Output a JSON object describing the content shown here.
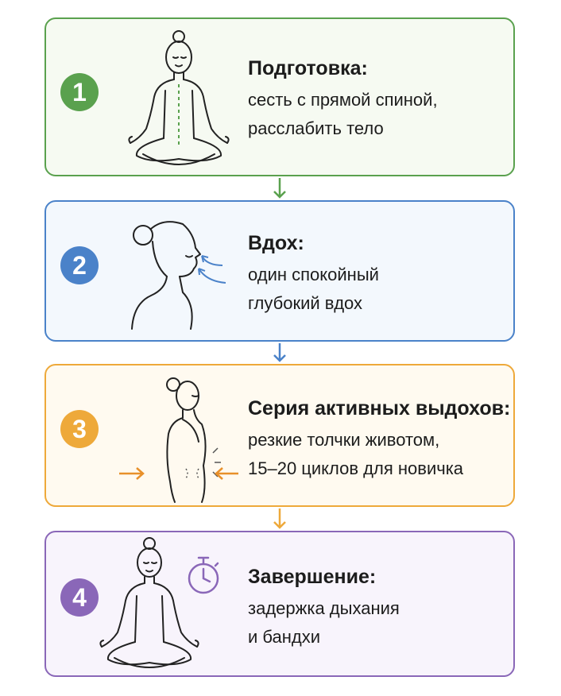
{
  "steps": [
    {
      "number": "1",
      "title": "Подготовка:",
      "lines": [
        "сесть с прямой спиной,",
        "расслабить тело"
      ],
      "color": "#5aa14e",
      "bg": "#f6faf2"
    },
    {
      "number": "2",
      "title": "Вдох:",
      "lines": [
        "один спокойный",
        "глубокий вдох"
      ],
      "color": "#4a82c9",
      "bg": "#f3f8fd"
    },
    {
      "number": "3",
      "title": "Серия активных выдохов:",
      "lines": [
        "резкие толчки животом,",
        "15–20 циклов для новичка"
      ],
      "color": "#eea93a",
      "bg": "#fffaf0"
    },
    {
      "number": "4",
      "title": "Завершение:",
      "lines": [
        "задержка дыхания",
        "и бандхи"
      ],
      "color": "#8a67b8",
      "bg": "#f8f4fc"
    }
  ],
  "icons": {
    "step1": "meditating-figure-icon",
    "step2": "inhale-profile-icon",
    "step3": "exhale-torso-icon",
    "step4": "meditating-figure-timer-icon"
  },
  "connector_colors": [
    "#5aa14e",
    "#4a82c9",
    "#eea93a"
  ]
}
